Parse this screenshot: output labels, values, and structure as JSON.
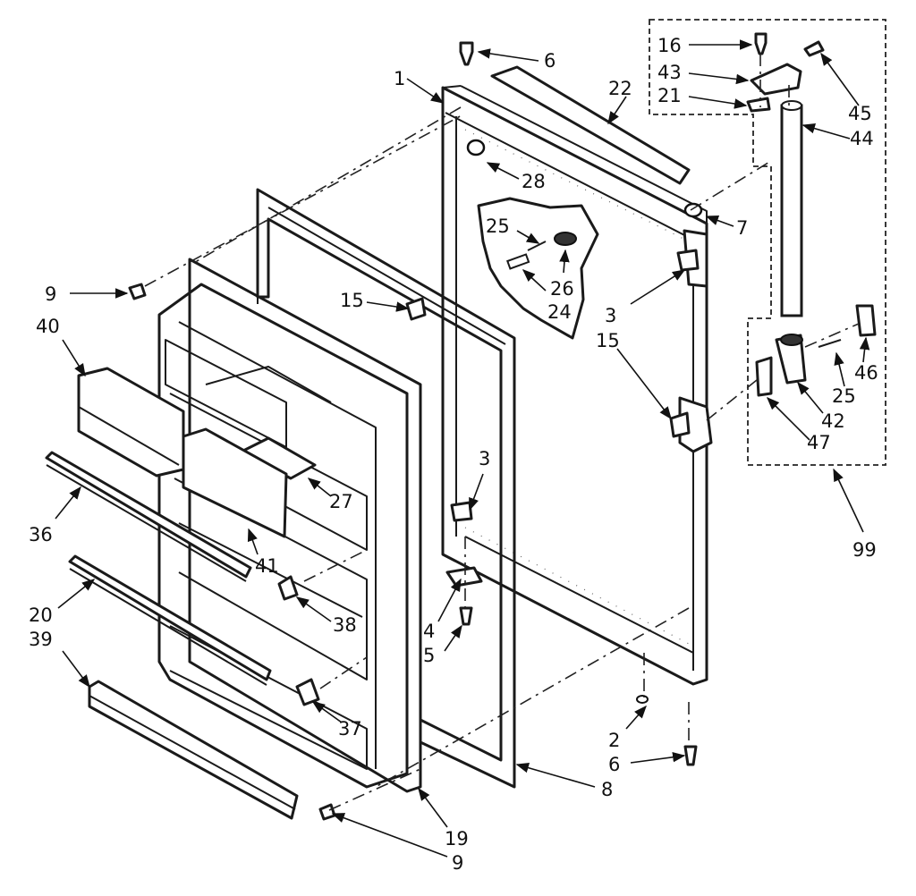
{
  "labels": {
    "l1": "1",
    "l2": "2",
    "l3a": "3",
    "l3b": "3",
    "l4": "4",
    "l5": "5",
    "l6a": "6",
    "l6b": "6",
    "l7": "7",
    "l8": "8",
    "l9a": "9",
    "l9b": "9",
    "l15a": "15",
    "l15b": "15",
    "l16": "16",
    "l19": "19",
    "l20": "20",
    "l21": "21",
    "l22": "22",
    "l24": "24",
    "l25a": "25",
    "l25b": "25",
    "l26": "26",
    "l27": "27",
    "l28": "28",
    "l36": "36",
    "l37": "37",
    "l38": "38",
    "l39": "39",
    "l40": "40",
    "l41": "41",
    "l42": "42",
    "l43": "43",
    "l44": "44",
    "l45": "45",
    "l46": "46",
    "l47": "47",
    "l99": "99"
  }
}
